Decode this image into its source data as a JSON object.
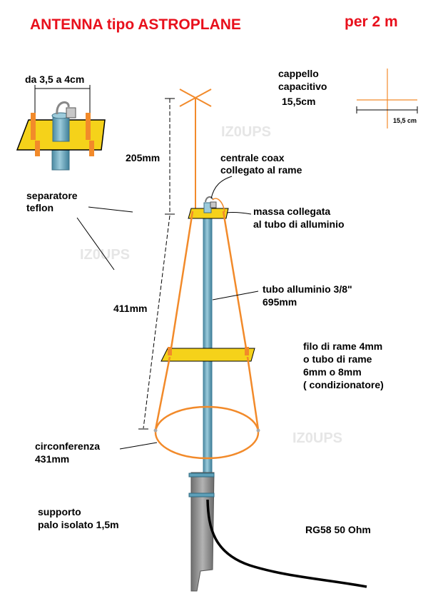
{
  "title": {
    "main": "ANTENNA tipo ASTROPLANE",
    "band": "per 2 m"
  },
  "watermark": "IZ0UPS",
  "labels": {
    "spacing": "da 3,5 a 4cm",
    "cap_line1": "cappello",
    "cap_line2": "capacitivo",
    "cap_size": "15,5cm",
    "cap_small": "15,5 cm",
    "dim_top": "205mm",
    "coax_line1": "centrale coax",
    "coax_line2": "collegato al rame",
    "sep_line1": "separatore",
    "sep_line2": "teflon",
    "massa_line1": "massa collegata",
    "massa_line2": "al tubo di alluminio",
    "tube_line1": "tubo alluminio 3/8\"",
    "tube_line2": "695mm",
    "dim_mid": "411mm",
    "wire_line1": "filo di rame 4mm",
    "wire_line2": "o tubo di rame",
    "wire_line3": "6mm o 8mm",
    "wire_line4": "( condizionatore)",
    "circ_line1": "circonferenza",
    "circ_line2": "431mm",
    "support_line1": "supporto",
    "support_line2": "palo isolato 1,5m",
    "cable": "RG58 50 Ohm"
  },
  "colors": {
    "title_red": "#e8101c",
    "wire_orange": "#f28a2a",
    "plate_yellow": "#f5d21a",
    "tube_blue": "#5d9fb8",
    "pole_gray": "#8a8a8a"
  }
}
